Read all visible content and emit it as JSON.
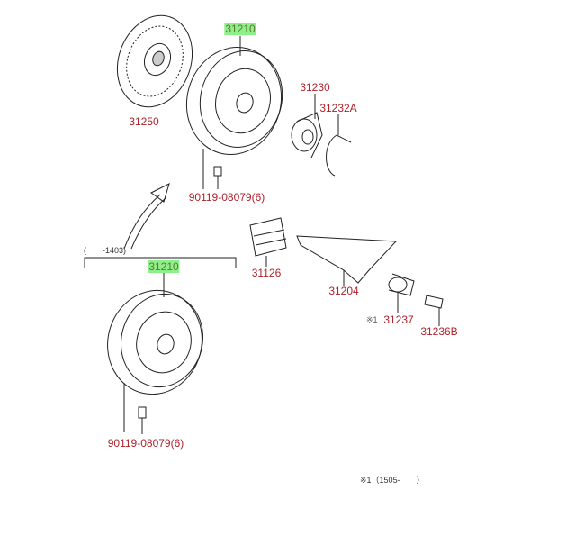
{
  "parts": {
    "pressure_plate_top": "31210",
    "clutch_disc": "31250",
    "release_bearing": "31230",
    "bearing_clip": "31232A",
    "bolt_top": "90119-08079(6)",
    "boot": "31126",
    "release_fork": "31204",
    "fork_support": "31237",
    "pivot": "31236B",
    "pressure_plate_lower": "31210",
    "bolt_lower": "90119-08079(6)"
  },
  "notes": {
    "range_lower_open": "(",
    "range_lower_end": "-1403)",
    "mark_31237": "※1",
    "footnote": "※1（1505-　　）"
  },
  "colors": {
    "label": "#b0222a",
    "highlight": "#8ef08a"
  }
}
